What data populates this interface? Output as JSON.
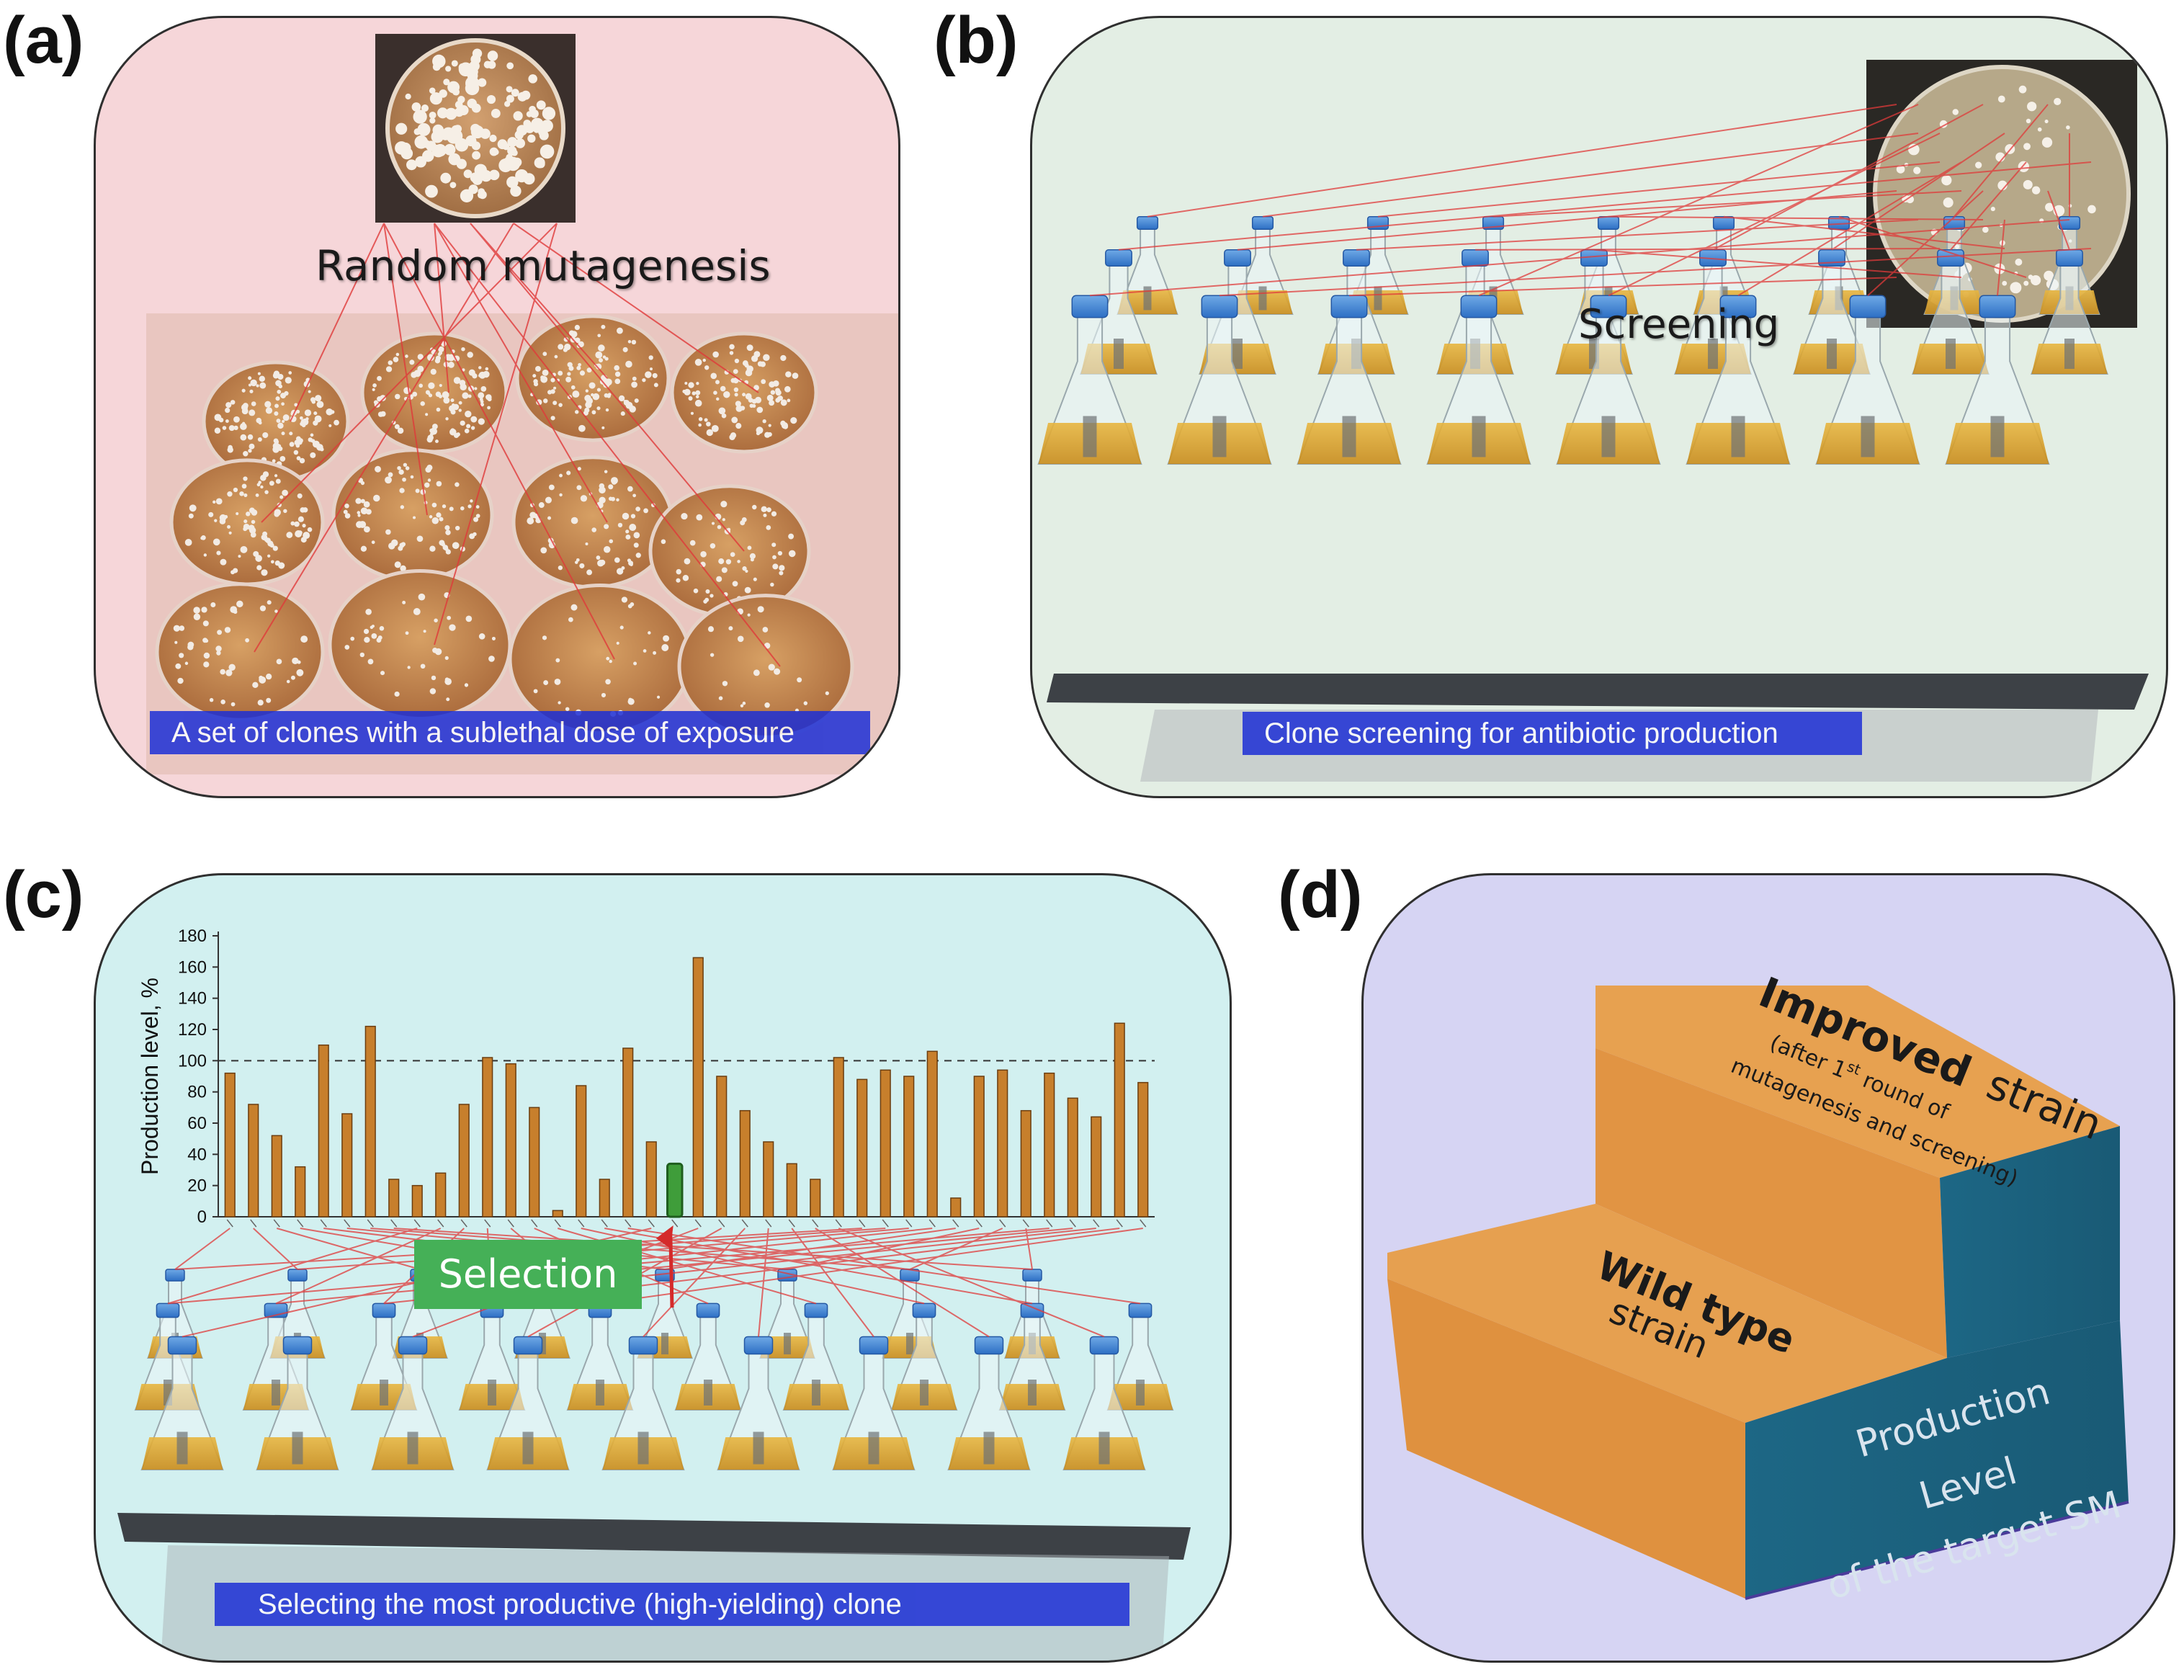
{
  "panels": {
    "a": {
      "label": "(a)",
      "title": "Random mutagenesis",
      "caption": "A set of clones with a sublethal dose of exposure"
    },
    "b": {
      "label": "(b)",
      "title": "Screening",
      "caption": "Clone screening for antibiotic production"
    },
    "c": {
      "label": "(c)",
      "selection_label": "Selection",
      "caption": "Selecting the most productive (high-yielding) clone"
    },
    "d": {
      "label": "(d)",
      "improved_bold": "Improved",
      "improved_rest": "strain",
      "improved_note_1": "(after 1",
      "improved_note_sup": "st",
      "improved_note_2": " round of",
      "improved_note_3": "mutagenesis and screening)",
      "wild_bold": "Wild type",
      "wild_rest": "strain",
      "side_1": "Production",
      "side_2": "Level",
      "side_3": "of the target SM"
    }
  },
  "colors": {
    "bar": "#c77f2c",
    "bar_highlight": "#3f9d3a",
    "caption_bar": "#1d2fd6",
    "selection_box": "#45b057",
    "stair_orange": "#e39a47",
    "stair_blue": "#1e6d87"
  },
  "chart_data": {
    "type": "bar",
    "title": "",
    "xlabel": "",
    "ylabel": "Production level, %",
    "ylim": [
      0,
      180
    ],
    "yticks": [
      0,
      20,
      40,
      60,
      80,
      100,
      120,
      140,
      160,
      180
    ],
    "reference_line": 100,
    "highlight_index": 19,
    "values": [
      92,
      72,
      52,
      32,
      110,
      66,
      122,
      24,
      20,
      28,
      72,
      102,
      98,
      70,
      4,
      84,
      24,
      108,
      48,
      34,
      166,
      90,
      68,
      48,
      34,
      24,
      102,
      88,
      94,
      90,
      106,
      12,
      90,
      94,
      68,
      92,
      76,
      64,
      124,
      86
    ]
  }
}
